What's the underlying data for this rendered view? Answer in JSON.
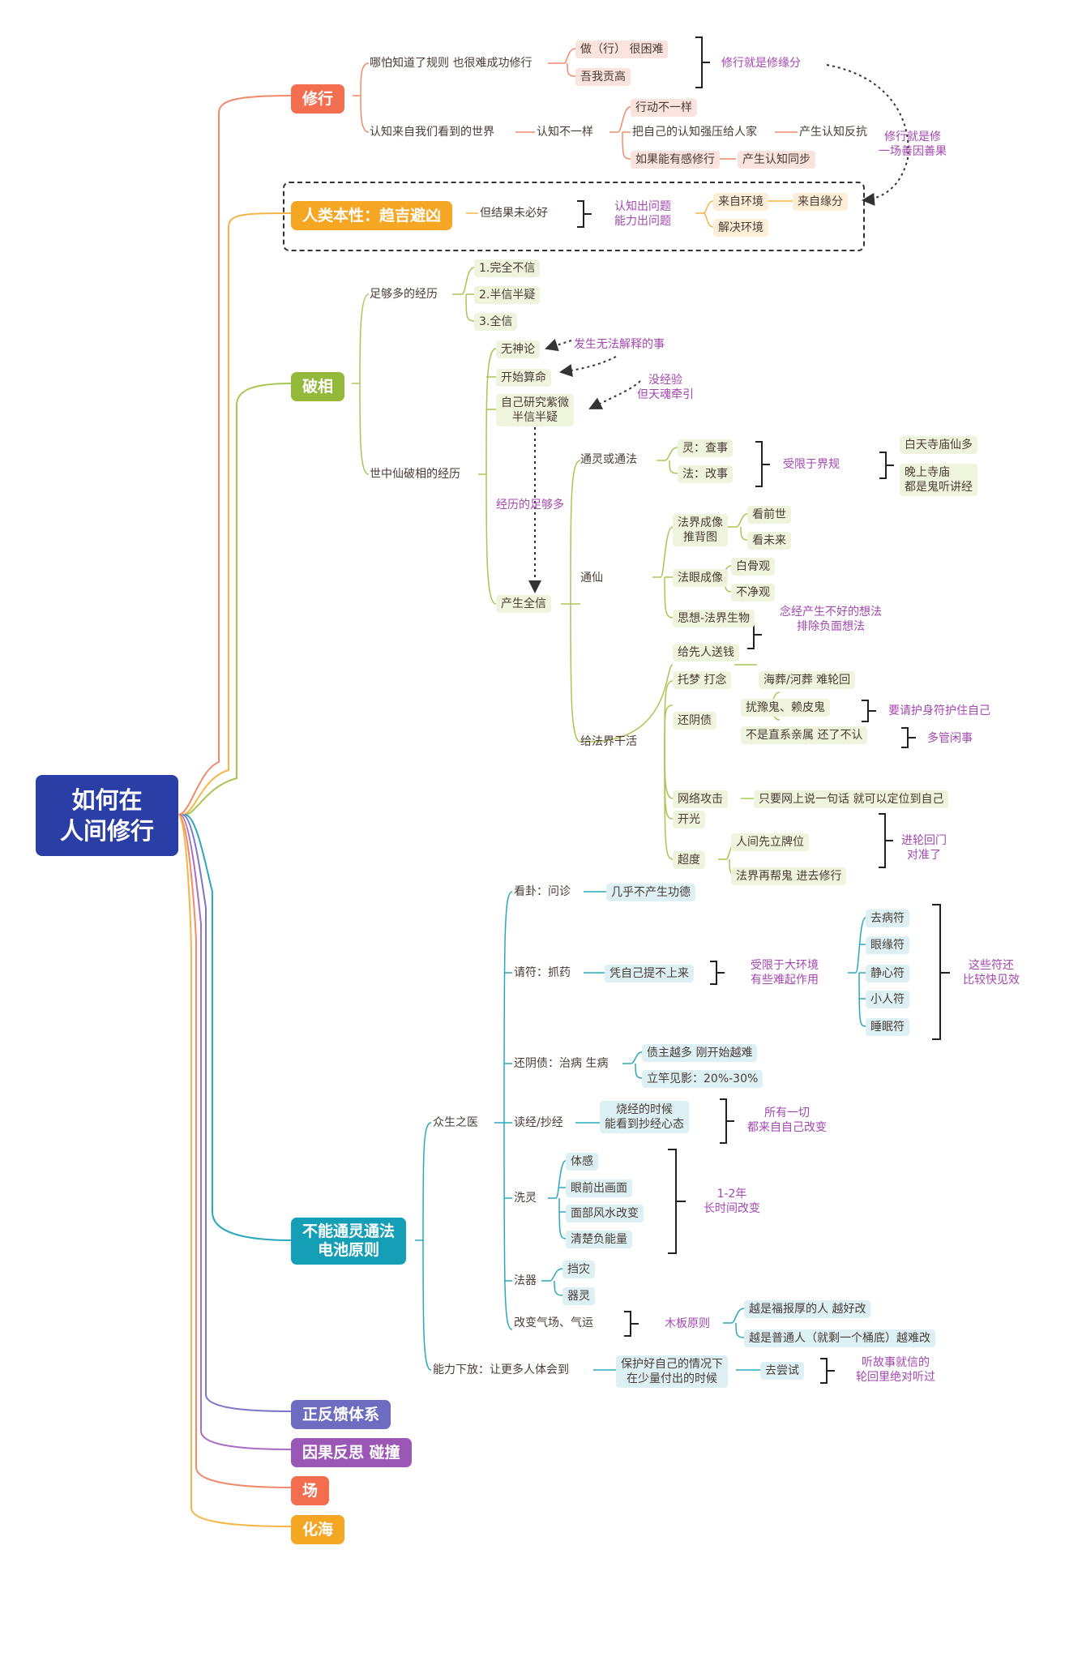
{
  "root": {
    "line1": "如何在",
    "line2": "人间修行"
  },
  "colors": {
    "root": "#2a3ea6",
    "xiuxing": "#f36d4f",
    "renlei": "#f5a623",
    "poxiang": "#93b83a",
    "dianchi": "#159fb6",
    "zhengfan": "#6e6cc0",
    "yinguo": "#9a57b5",
    "chang": "#f36d4f",
    "huahai": "#f5a623"
  },
  "branches": {
    "xiuxing": {
      "label": "修行",
      "a": "哪怕知道了规则 也很难成功修行",
      "a1": "做（行） 很困难",
      "a2": "吾我贡高",
      "b": "认知来自我们看到的世界",
      "b1": "认知不一样",
      "b2": "行动不一样",
      "b3": "把自己的认知强压给人家",
      "b4": "产生认知反抗",
      "b5": "如果能有感修行",
      "b6": "产生认知同步",
      "note1": "修行就是修缘分",
      "note2a": "修行就是修",
      "note2b": "一场善因善果"
    },
    "renlei": {
      "label": "人类本性：趋吉避凶",
      "a": "但结果未必好",
      "b1": "认知出问题",
      "b2": "能力出问题",
      "c1": "来自环境",
      "c2": "来自缘分",
      "c3": "解决环境"
    },
    "poxiang": {
      "label": "破相",
      "a": "足够多的经历",
      "a1": "1.完全不信",
      "a2": "2.半信半疑",
      "a3": "3.全信",
      "b": "世中仙破相的经历",
      "b1": "无神论",
      "b2": "开始算命",
      "b3a": "自己研究紫微",
      "b3b": "半信半疑",
      "b4": "产生全信",
      "n1": "发生无法解释的事",
      "n2a": "没经验",
      "n2b": "但天魂牵引",
      "n3": "经历的足够多",
      "c": "通灵或通法",
      "c1": "灵：查事",
      "c2": "法：改事",
      "c3": "受限于界规",
      "c4": "白天寺庙仙多",
      "c5a": "晚上寺庙",
      "c5b": "都是鬼听讲经",
      "d": "通仙",
      "d1a": "法界成像",
      "d1b": "推背图",
      "d1x": "看前世",
      "d1y": "看未来",
      "d2": "法眼成像",
      "d2x": "白骨观",
      "d2y": "不净观",
      "d3": "思想-法界生物",
      "d3na": "念经产生不好的想法",
      "d3nb": "排除负面想法",
      "e": "给法界干活",
      "e1": "给先人送钱",
      "e2": "托梦 打念",
      "e2a": "海葬/河葬 难轮回",
      "e3": "还阴债",
      "e3a": "扰豫鬼、赖皮鬼",
      "e3an": "要请护身符护住自己",
      "e3b": "不是直系亲属 还了不认",
      "e3bn": "多管闲事",
      "e4": "网络攻击",
      "e4a": "只要网上说一句话 就可以定位到自己",
      "e5": "开光",
      "e6": "超度",
      "e6a": "人间先立牌位",
      "e6b": "法界再帮鬼 进去修行",
      "e6na": "进轮回门",
      "e6nb": "对准了"
    },
    "dianchi": {
      "line1": "不能通灵通法",
      "line2": "电池原则",
      "a": "众生之医",
      "a1": "看卦：问诊",
      "a1a": "几乎不产生功德",
      "a2": "请符：抓药",
      "a2a": "凭自己提不上来",
      "a2na": "受限于大环境",
      "a2nb": "有些难起作用",
      "f1": "去病符",
      "f2": "眼缘符",
      "f3": "静心符",
      "f4": "小人符",
      "f5": "睡眠符",
      "fna": "这些符还",
      "fnb": "比较快见效",
      "a3": "还阴债：治病 生病",
      "a3a": "债主越多 刚开始越难",
      "a3b": "立竿见影：20%-30%",
      "a4": "读经/抄经",
      "a4a1": "烧经的时候",
      "a4a2": "能看到抄经心态",
      "a4na": "所有一切",
      "a4nb": "都来自自己改变",
      "a5": "洗灵",
      "a5a": "体感",
      "a5b": "眼前出画面",
      "a5c": "面部风水改变",
      "a5d": "清楚负能量",
      "a5na": "1-2年",
      "a5nb": "长时间改变",
      "a6": "法器",
      "a6a": "挡灾",
      "a6b": "器灵",
      "a7": "改变气场、气运",
      "a7n": "木板原则",
      "a7a": "越是福报厚的人 越好改",
      "a7b": "越是普通人（就剩一个桶底）越难改",
      "b": "能力下放：让更多人体会到",
      "b1a": "保护好自己的情况下",
      "b1b": "在少量付出的时候",
      "b2": "去尝试",
      "bna": "听故事就信的",
      "bnb": "轮回里绝对听过"
    },
    "zhengfan": {
      "label": "正反馈体系"
    },
    "yinguo": {
      "label": "因果反思 碰撞"
    },
    "chang": {
      "label": "场"
    },
    "huahai": {
      "label": "化海"
    }
  }
}
